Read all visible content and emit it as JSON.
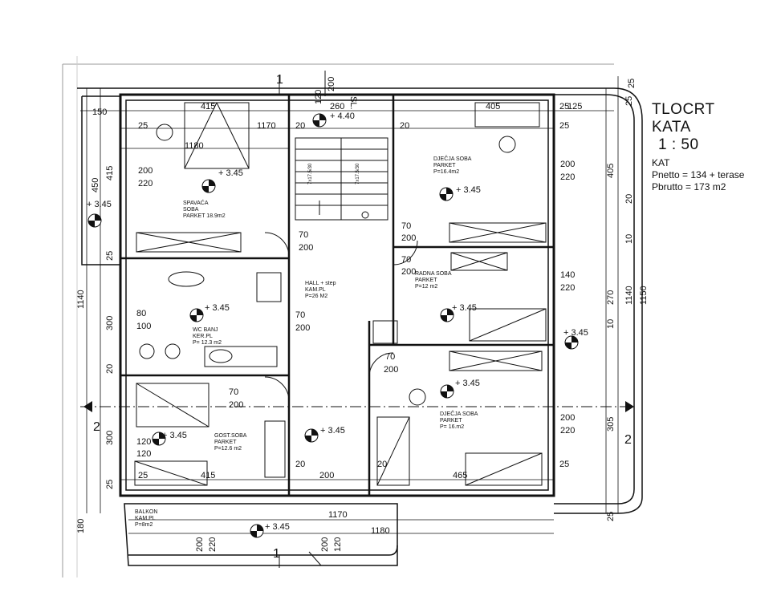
{
  "title": {
    "line1": "TLOCRT",
    "line2": "KATA",
    "scale": "1 : 50",
    "floor": "KAT",
    "pnetto": "Pnetto  = 134 + terase",
    "pbrutto": "Pbrutto = 173 m2"
  },
  "rooms": {
    "spavaca": [
      "SPAVAĆA",
      "SOBA",
      "PARKET 18.9m2"
    ],
    "djecja1": [
      "DJEČJA SOBA",
      "PARKET",
      "P=16.4m2"
    ],
    "hall": [
      "HALL + step",
      "KAM.PL",
      "P=26 M2"
    ],
    "radna": [
      "RADNA SOBA",
      "PARKET",
      "P=12 m2"
    ],
    "wc": [
      "WC BANJ",
      "KER.PL",
      "P= 12.3 m2"
    ],
    "djecja2": [
      "DJEČJA SOBA",
      "PARKET",
      "P= 16.m2"
    ],
    "gost": [
      "GOST.SOBA",
      "PARKET",
      "P=12.6 m2"
    ],
    "balkon": [
      "BALKON",
      "KAM.PL",
      "P=8m2"
    ]
  },
  "stairs": {
    "left": "7x17.5/30",
    "right": "7x17.5/30",
    "sl": "SL."
  },
  "levels": {
    "l440": "+ 4.40",
    "l1": "+ 3.45",
    "l2": "+ 3.45",
    "l3": "+ 3.45",
    "l4": "+ 3.45",
    "l5": "+ 3.45",
    "l6": "+ 3.45",
    "l7": "+ 3.45",
    "l8": "+ 3.45",
    "l9": "+ 3.45",
    "l10": "+ 3.45"
  },
  "openings": {
    "o1": [
      "200",
      "220"
    ],
    "o2": [
      "200",
      "220"
    ],
    "o3": [
      "70",
      "200"
    ],
    "o4": [
      "70",
      "200"
    ],
    "o5": [
      "70",
      "200"
    ],
    "o6": [
      "140",
      "220"
    ],
    "o7": [
      "80",
      "100"
    ],
    "o8": [
      "70",
      "200"
    ],
    "o9": [
      "70",
      "200"
    ],
    "o10": [
      "70",
      "200"
    ],
    "o11": [
      "200",
      "220"
    ],
    "o12": [
      "120",
      "120"
    ],
    "o13": [
      "200",
      "220"
    ],
    "o14": [
      "200",
      "120"
    ],
    "o15": [
      "120",
      "200"
    ]
  },
  "dims_top": {
    "d415": "415",
    "d260": "260",
    "d405": "405",
    "d125": "125",
    "d25a": "25",
    "d1170": "1170",
    "d20a": "20",
    "d25b": "25",
    "d20b": "20",
    "d25c": "25",
    "d1180": "1180",
    "d150": "150",
    "d25d": "25"
  },
  "dims_bottom": {
    "d415": "415",
    "d200": "200",
    "d465": "465",
    "d20a": "20",
    "d20b": "20",
    "d25": "25",
    "d1170": "1170",
    "d1180": "1180",
    "d25b": "25"
  },
  "dims_left": {
    "d450": "450",
    "d415": "415",
    "d25": "25",
    "d1140": "1140",
    "d300a": "300",
    "d20": "20",
    "d300b": "300",
    "d25b": "25",
    "d180": "180"
  },
  "dims_right": {
    "d25": "25",
    "d405": "405",
    "d20": "20",
    "d10a": "10",
    "d270": "270",
    "d1140": "1140",
    "d10b": "10",
    "d1150": "1150",
    "d305": "305",
    "d25b": "25"
  },
  "sections": {
    "s1top": "1",
    "s1bot": "1",
    "s2left": "2",
    "s2right": "2"
  }
}
